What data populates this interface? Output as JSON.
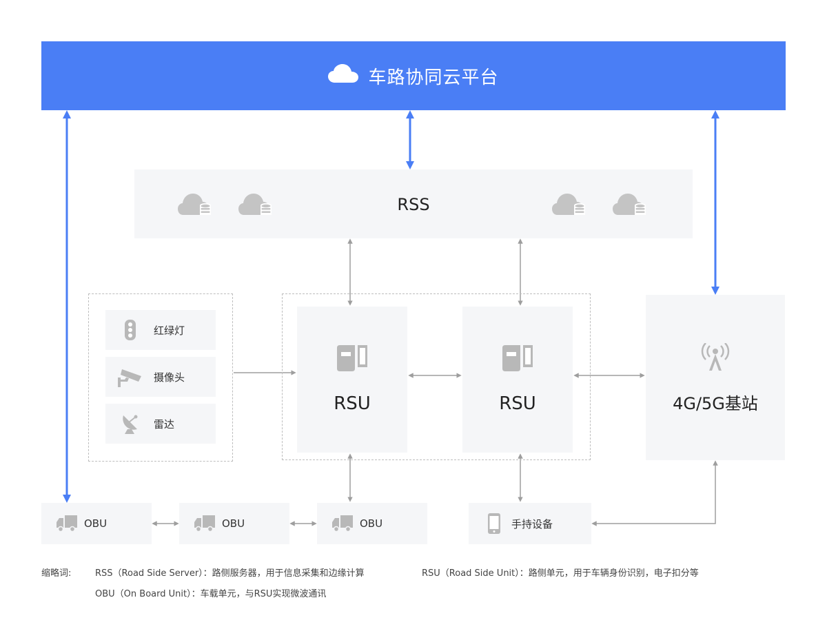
{
  "platform": {
    "title": "车路协同云平台",
    "icon": "cloud-icon"
  },
  "rss": {
    "label": "RSS",
    "icon": "cloud-server-icon"
  },
  "sensors": [
    {
      "label": "红绿灯",
      "icon": "traffic-light-icon"
    },
    {
      "label": "摄像头",
      "icon": "camera-icon"
    },
    {
      "label": "雷达",
      "icon": "radar-icon"
    }
  ],
  "rsu_units": [
    {
      "label": "RSU",
      "icon": "rsu-device-icon"
    },
    {
      "label": "RSU",
      "icon": "rsu-device-icon"
    }
  ],
  "base_station": {
    "label": "4G/5G基站",
    "icon": "antenna-icon"
  },
  "obu_units": [
    {
      "label": "OBU",
      "icon": "truck-icon"
    },
    {
      "label": "OBU",
      "icon": "truck-icon"
    },
    {
      "label": "OBU",
      "icon": "truck-icon"
    }
  ],
  "handheld": {
    "label": "手持设备",
    "icon": "phone-icon"
  },
  "legend": {
    "heading": "缩略词:",
    "rss_def": "RSS（Road Side Server）：路侧服务器，用于信息采集和边缘计算",
    "rsu_def": "RSU（Road Side Unit）：路侧单元，用于车辆身份识别，电子扣分等",
    "obu_def": "OBU（On Board Unit）：车载单元，与RSU实现微波通讯"
  },
  "colors": {
    "primary": "#4a7ef5",
    "panel": "#f5f6f8",
    "connector": "#9e9e9e",
    "icon": "#b8b8b8"
  }
}
